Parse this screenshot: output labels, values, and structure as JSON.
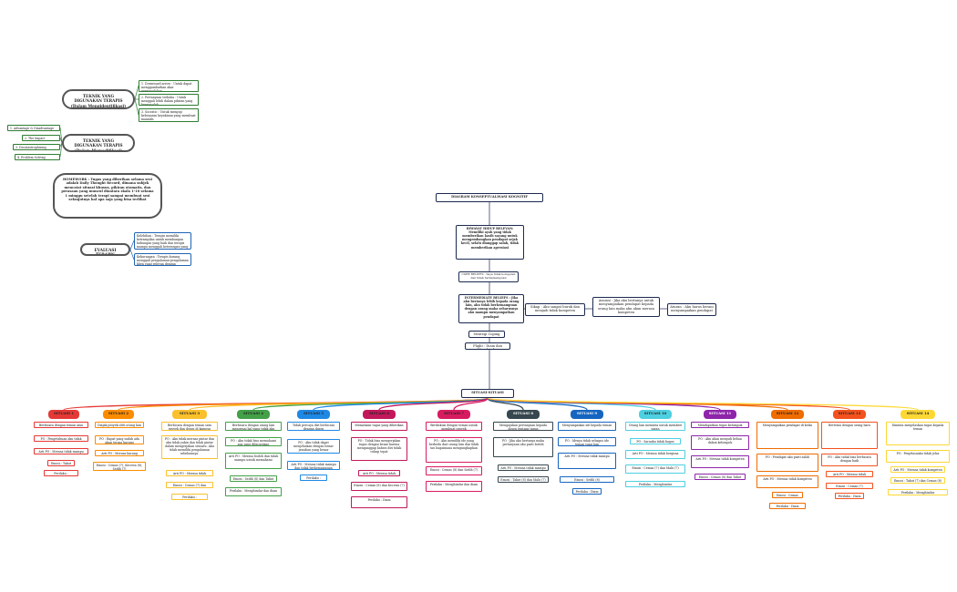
{
  "left": {
    "teknik_terapis": "TEKNIK YANG DIGUNAKAN TERAPIS (Dalam Mengidentifikasi)",
    "teknik_terapis_items": [
      "1. Downward arrow : Untuk dapat menggambarkan akar permasalahan.",
      "2. Pertanyaan terbuka : Untuk menggali lebih dalam pikiran yang bermasalah.",
      "3. Socratic : Untuk menguji kebenaran keyakinan yang membuat masalah."
    ],
    "teknik_memodifikasi": "TEKNIK YANG DIGUNAKAN TERAPIS (Dalam Memodifikasi)",
    "teknik_memodifikasi_items": [
      "1. Advantage & Disadvantage questions",
      "2. The Impact Question",
      "3. Decatastrophizing Question",
      "4. Problem Solving Question"
    ],
    "homework": "HOMEWORK : Tugas yang diberikan selama sesi adalah Daily Thought Record, dimana subjek mencatat situasi khusus, pikiran otomatis, dan perasaan yang muncul diantara skala 1-10 selama 1 minggu setelah terapi sampai membuat sesi selanjutnya hal apa saja yang bisa terlihat",
    "evaluasi": "EVALUASI TERAPIS",
    "evaluasi_items": [
      "Kelebihan : Terapis memiliki ketrampilan untuk membangun hubungan yang baik dan terapis mampu menggali keterangan yang dibutuhkan.",
      "Kekurangan : Terapis kurang menggali pengalaman-pengalaman klien yang relevan dengan masalahnya."
    ]
  },
  "center": {
    "title": "DIAGRAM KONSEPTUALISASI KOGNITIF",
    "riwayat": "RIWAYAT HIDUP RELEVAN: Memiliki ayah yang tidak memberikan kasih sayang untuk mengembangkan pendapat sejak kecil, selalu dianggap salah, tidak memberikan apresiasi",
    "core": "CORE BELIEFS : Saya tidak kompeten dan tidak berkemampuan",
    "intermediate": "INTERMEDIATE BELIEFS : Jika aku bertanya lebih kepada orang lain, aku tidak berkemampuan dengan orang maka seharusnya aku mampu menyampaikan pendapat",
    "sikap": "Sikap : Aku sangat buruk dan menjadi tidak kompeten",
    "asumsi": "Asumsi : Jika aku bertanya untuk menyampaikan pendapat kepada orang lain maka aku akan merasa kompeten",
    "aturan": "Aturan : Aku harus berani menyampaikan pendapat",
    "strategi": "Strategi Coping",
    "flight": "Flight : Diam dan Menghindar",
    "situasi_header": "SITUASI-SITUASI"
  },
  "situasi": [
    {
      "label": "SITUASI 1",
      "color": "#e53935",
      "items": [
        "Berbicara dengan teman atau proyek",
        "PO : Pengetahuan aku tidak lumayan",
        "Arti PO : Merasa tidak mampu",
        "Emosi : Takut",
        "Perilaku : Menghindar"
      ]
    },
    {
      "label": "SITUASI 2",
      "color": "#fb8c00",
      "items": [
        "Diajak proyek oleh orang lain",
        "PO : Rapat yang sudah ada akan terasa kurang",
        "Arti PO : Merasa kurang mampu",
        "Emosi : Cemas (7), Kecewa (8), Sedih (7)"
      ]
    },
    {
      "label": "SITUASI 3",
      "color": "#fbc02d",
      "items": [
        "Berbicara dengan teman satu proyek dan dosen di kampus",
        "PO : Aku tidak merasa pintar dan aku tidak yakin dan tidak pintar dalam mengerjakan sesuatu. Aku tidak memiliki pengalaman sebelumnya.",
        "Arti PO : Merasa tidak kompeten",
        "Emosi : Cemas (7) dan Kecewa (8)",
        "Perilaku : Menghindar"
      ]
    },
    {
      "label": "SITUASI 4",
      "color": "#43a047",
      "items": [
        "Berbicara dengan orang lain mengenai hal yang tidak aku ketahui",
        "PO : Aku tidak bisa memahami apa yang dibicarakan",
        "Arti PO : Merasa bodoh dan tidak mampu untuk memahami",
        "Emosi : Sedih (8) dan Takut (7)",
        "Perilaku : Menghindar dan diam"
      ]
    },
    {
      "label": "SITUASI 5",
      "color": "#1e88e5",
      "items": [
        "Tidak percaya diri berbicara dengan dosen",
        "PO : Aku tidak dapat menjelaskan dengan benar jawaban yang benar",
        "Arti PO : Merasa tidak mampu dan tidak berkemampuan",
        "Perilaku : Diam"
      ]
    },
    {
      "label": "SITUASI 6",
      "color": "#c2185b",
      "items": [
        "Memahami tugas yang diberikan",
        "PO : Tidak bisa mengerjakan tugas dengan benar karena menganggap bahwa diri tidak cukup tepat",
        "Arti PO : Merasa tidak mampu",
        "Emosi : Cemas (8) dan Kecewa (7)",
        "Perilaku : Diam"
      ]
    },
    {
      "label": "SITUASI 7",
      "color": "#d81b60",
      "items": [
        "Berdiskusi dengan teman untuk membuat proyek",
        "PO : Aku memiliki ide yang berbeda dari orang lain dan tidak tau bagaimana mengungkapkan",
        "Emosi : Cemas (8) dan Sedih (7)",
        "Perilaku : Menghindar dan diam"
      ]
    },
    {
      "label": "SITUASI 8",
      "color": "#37474f",
      "items": [
        "Mengajukan pertanyaan kepada dosen tentang tugas",
        "PO : Jika aku bertanya maka pertanyaan aku pasti bodoh",
        "Arti PO : Merasa tidak mampu",
        "Emosi : Takut (8) dan Malu (7)"
      ]
    },
    {
      "label": "SITUASI 9",
      "color": "#1565c0",
      "items": [
        "Menyampaikan ide kepada teman",
        "PO : Idenya tidak sebagus ide teman yang lain",
        "Arti PO : Merasa tidak mampu",
        "Emosi : Sedih (8)",
        "Perilaku : Diam"
      ]
    },
    {
      "label": "SITUASI 10",
      "color": "#4dd0e1",
      "items": [
        "Orang lain meminta untuk memberi saran",
        "PO : Saranku tidak bagus",
        "Arti PO : Merasa tidak berguna",
        "Emosi : Cemas (7) dan Malu (7)",
        "Perilaku : Menghindar"
      ]
    },
    {
      "label": "SITUASI 11",
      "color": "#8e24aa",
      "items": [
        "Mendapatkan tugas kelompok",
        "PO : Aku akan menjadi beban dalam kelompok",
        "Arti PO : Merasa tidak kompeten",
        "Emosi : Cemas (8) dan Takut (8)"
      ]
    },
    {
      "label": "SITUASI 12",
      "color": "#ef6c00",
      "items": [
        "Menyampaikan pendapat di kelas",
        "PO : Pendapat aku pasti salah",
        "Arti PO : Merasa tidak kompeten",
        "Emosi : Cemas",
        "Perilaku : Diam"
      ]
    },
    {
      "label": "SITUASI 13",
      "color": "#f4511e",
      "items": [
        "Bertemu dengan orang baru",
        "PO : Aku tidak bisa berbicara dengan baik",
        "Arti PO : Merasa tidak mampu",
        "Emosi : Cemas (7)",
        "Perilaku : Diam"
      ]
    },
    {
      "label": "SITUASI 14",
      "color": "#fdd835",
      "items": [
        "Diminta menjelaskan tugas kepada teman",
        "PO : Penjelasanku tidak jelas",
        "Arti PO : Merasa tidak kompeten",
        "Emosi : Takut (7) dan Cemas (8)",
        "Perilaku : Menghindar"
      ]
    }
  ]
}
